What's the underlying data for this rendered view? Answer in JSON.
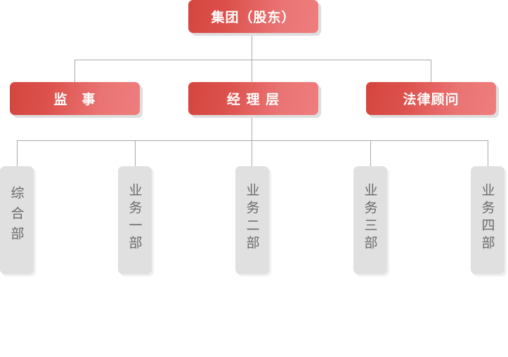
{
  "org_chart": {
    "root": {
      "label": "集团（股东）"
    },
    "level2": [
      {
        "id": "supervisor",
        "label": "监　事"
      },
      {
        "id": "management",
        "label": "经 理 层"
      },
      {
        "id": "legal",
        "label": "法律顾问"
      }
    ],
    "level3": [
      {
        "id": "general",
        "label": "综合部"
      },
      {
        "id": "biz1",
        "label": "业务一部"
      },
      {
        "id": "biz2",
        "label": "业务二部"
      },
      {
        "id": "biz3",
        "label": "业务三部"
      },
      {
        "id": "biz4",
        "label": "业务四部"
      }
    ],
    "colors": {
      "accent_start": "#d5453f",
      "accent_end": "#ef7d7d",
      "dept_bg": "#e0e0e0",
      "dept_text": "#6a6a6a",
      "connector": "#a9a9a9"
    }
  }
}
